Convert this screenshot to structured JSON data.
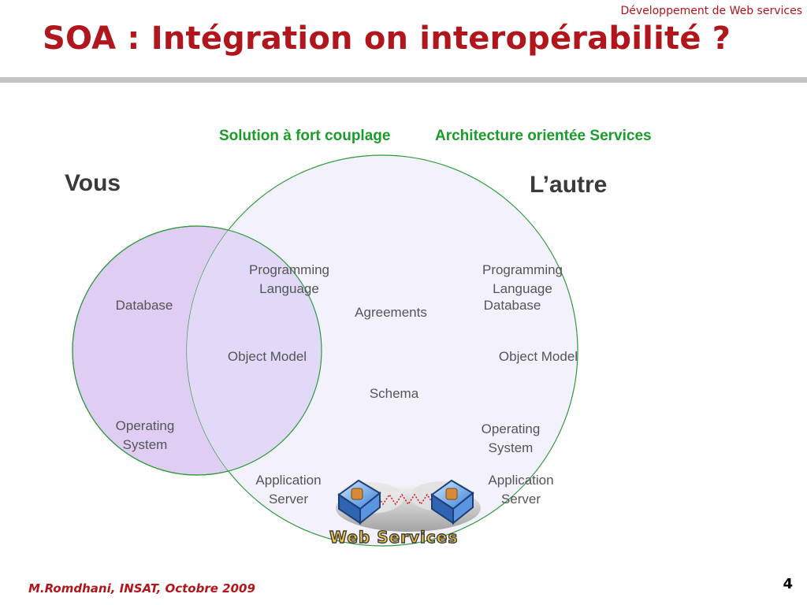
{
  "header": {
    "course": "Développement de Web services"
  },
  "title": "SOA : Intégration on interopérabilité ?",
  "labels": {
    "coupling": "Solution à fort couplage",
    "soa": "Architecture orientée Services",
    "you": "Vous",
    "other": "L’autre"
  },
  "left_circle": {
    "database": "Database",
    "operating": "Operating",
    "system": "System"
  },
  "overlap": {
    "programming": "Programming",
    "language": "Language",
    "agreements": "Agreements",
    "object_model": "Object Model",
    "schema": "Schema",
    "application": "Application",
    "server": "Server"
  },
  "right_circle": {
    "programming": "Programming",
    "language": "Language",
    "database": "Database",
    "object_model": "Object Model",
    "operating": "Operating",
    "system": "System",
    "application": "Application",
    "server": "Server"
  },
  "logo": {
    "text": "Web Services"
  },
  "footer": {
    "author": "M.Romdhani, INSAT, Octobre 2009",
    "page": "4"
  },
  "colors": {
    "title": "#b0161c",
    "green_label": "#1a9c2a",
    "left_circle_fill": "#e0cdf4",
    "right_circle_fill": "#f3f2fc",
    "overlap_fill": "#e2d8f7",
    "circle_stroke": "#2e9a3a"
  }
}
